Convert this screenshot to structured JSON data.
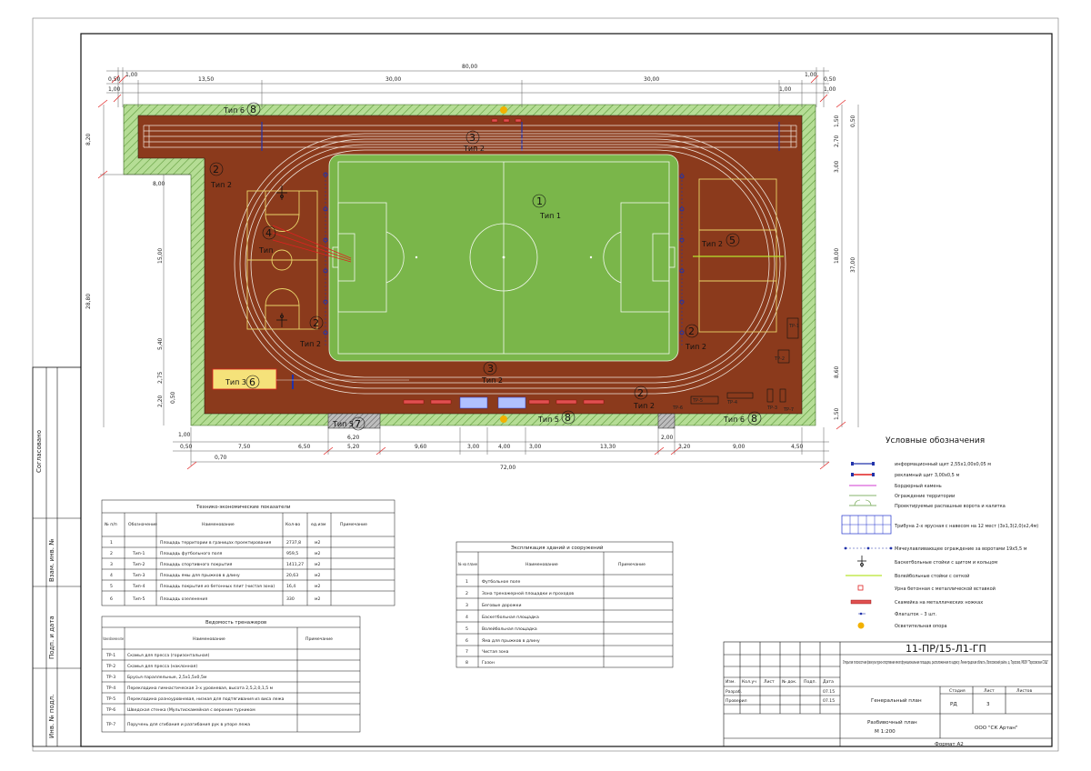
{
  "dims_top": {
    "total": "80,00",
    "segs": [
      "0,50",
      "1,00",
      "13,50",
      "30,00",
      "30,00",
      "1,00",
      "0,50"
    ],
    "segs2": [
      "1,00",
      "1,00",
      "1,00"
    ]
  },
  "dims_left": [
    "8,20",
    "28,80",
    "15,00",
    "5,40",
    "2,75",
    "2,20",
    "0,50",
    "1,00"
  ],
  "dims_left_inner": [
    "8,00"
  ],
  "dims_right": [
    "1,50",
    "2,70",
    "3,00",
    "18,00",
    "37,00",
    "8,60",
    "1,50",
    "0,50"
  ],
  "dims_bottom": {
    "row1": [
      "6,20",
      "2,00"
    ],
    "row2": [
      "0,50",
      "7,50",
      "6,50",
      "5,20",
      "9,60",
      "3,00",
      "4,00",
      "3,00",
      "13,30",
      "3,20",
      "9,00",
      "4,50"
    ],
    "row3": [
      "0,70",
      "72,00"
    ]
  },
  "plan": {
    "zones": [
      {
        "num": "1",
        "type": "Тип 1"
      },
      {
        "num": "2",
        "type": "Тип 2"
      },
      {
        "num": "3",
        "type": "Тип 2"
      },
      {
        "num": "4",
        "type": "Тип"
      },
      {
        "num": "5",
        "type": "Тип 2"
      },
      {
        "num": "6",
        "type": "Тип 3"
      },
      {
        "num": "7",
        "type": "Тип 5"
      },
      {
        "num": "8",
        "type": "Тип 6"
      }
    ],
    "tp_labels": [
      "ТР-1",
      "ТР-2",
      "ТР-3",
      "ТР-4",
      "ТР-5",
      "ТР-6",
      "ТР-7"
    ]
  },
  "legend": {
    "title": "Условные обозначения",
    "items": [
      {
        "text": "информационный щит 2,55х1,00х0,05 м",
        "icon": "info-board-icon"
      },
      {
        "text": "рекламный щит 3,00х0,5 м",
        "icon": "ad-board-icon"
      },
      {
        "text": "Бордюрный камень",
        "icon": "curb-icon"
      },
      {
        "text": "Ограждение территории",
        "icon": "fence-icon"
      },
      {
        "text": "Проектируемые распашные ворота и калитка",
        "icon": "gate-icon"
      },
      {
        "text": "Трибуна 2-х ярусная с навесом на 12 мест (3х1,3(2,0)х2,4м)",
        "icon": "tribune-icon"
      },
      {
        "text": "Мячеулавливающее ограждение за воротами 19х5,5 м",
        "icon": "ball-net-icon"
      },
      {
        "text": "Баскетбольные стойки с щитом и кольцом",
        "icon": "basketball-stand-icon"
      },
      {
        "text": "Волейбольные стойки с сеткой",
        "icon": "volleyball-net-icon"
      },
      {
        "text": "Урна бетонная с металлической вставкой",
        "icon": "bin-icon"
      },
      {
        "text": "Скамейка на металлических ножках",
        "icon": "bench-icon"
      },
      {
        "text": "Флагшток – 3 шт.",
        "icon": "flagpole-icon"
      },
      {
        "text": "Осветительная опора",
        "icon": "light-pole-icon"
      }
    ]
  },
  "tech_table": {
    "title": "Технико-экономические показатели",
    "headers": [
      "№ п/п",
      "Обозначение",
      "Наименование",
      "Кол-во",
      "ед.изм",
      "Примечание"
    ],
    "rows": [
      [
        "1",
        "",
        "Площадь территории в границах проектирования",
        "2737,8",
        "м2",
        ""
      ],
      [
        "2",
        "Тип-1",
        "Площадь футбольного поля",
        "959,5",
        "м2",
        ""
      ],
      [
        "3",
        "Тип-2",
        "Площадь спортивного покрытия",
        "1411,27",
        "м2",
        ""
      ],
      [
        "4",
        "Тип-3",
        "Площадь ямы для прыжков в длину",
        "20,63",
        "м2",
        ""
      ],
      [
        "5",
        "Тип-4",
        "Площадь покрытия из бетонных плит (чистая зона)",
        "16,4",
        "м2",
        ""
      ],
      [
        "6",
        "Тип-5",
        "Площадь озеленения",
        "330",
        "м2",
        ""
      ]
    ]
  },
  "trainers_table": {
    "title": "Ведомость тренажеров",
    "headers": [
      "Условное обозначение на плане",
      "Наименование",
      "Примечание"
    ],
    "rows": [
      [
        "ТР-1",
        "Скамья для пресса (горизонтальная)",
        ""
      ],
      [
        "ТР-2",
        "Скамья для пресса (наклонная)",
        ""
      ],
      [
        "ТР-3",
        "Брусья параллельные, 2,5х1,5х0,5м",
        ""
      ],
      [
        "ТР-4",
        "Перекладина гимнастическая 3-х уровневая, высота 2,5,2,0,1,5 м",
        ""
      ],
      [
        "ТР-5",
        "Перекладина разноуровневая, низкая для подтягивания из виса лежа",
        ""
      ],
      [
        "ТР-6",
        "Шведская стенка (Мультискамейная с верхним турником",
        ""
      ],
      [
        "ТР-7",
        "Поручень для сгибания и разгибания рук в упоре лежа",
        ""
      ]
    ]
  },
  "explication_table": {
    "title": "Экспликация зданий и сооружений",
    "headers": [
      "№ на плане",
      "Наименование",
      "Примечание"
    ],
    "rows": [
      [
        "1",
        "Футбольное поле",
        ""
      ],
      [
        "2",
        "Зона тренажерной площадки и проходов",
        ""
      ],
      [
        "3",
        "Беговые дорожки",
        ""
      ],
      [
        "4",
        "Баскетбольная площадка",
        ""
      ],
      [
        "5",
        "Волейбольная площадка",
        ""
      ],
      [
        "6",
        "Яма для прыжков в длину",
        ""
      ],
      [
        "7",
        "Чистая зона",
        ""
      ],
      [
        "8",
        "Газон",
        ""
      ]
    ]
  },
  "stamp": {
    "code": "11-ПР/15-Л1-ГП",
    "description": "Открытая плоскостная физкультурно-спортивная многофункциональная площадка, расположенная по адресу: Ленинградская область, Волосовский район, д. Торосово, МБОУ \"Торосовская СОШ\"",
    "col_heads": [
      "Изм.",
      "Кол.уч",
      "Лист",
      "№ док.",
      "Подп.",
      "Дата"
    ],
    "rows": [
      [
        "Разраб.",
        "",
        "07.15"
      ],
      [
        "Проверил",
        "",
        "07.15"
      ]
    ],
    "section": "Генеральный план",
    "stage_heads": [
      "Стадия",
      "Лист",
      "Листов"
    ],
    "stage_vals": [
      "РД",
      "3",
      ""
    ],
    "sheet_title": "Разбивочный план",
    "scale": "М 1:200",
    "org": "ООО \"СК Артан\"",
    "format": "Формат А2"
  },
  "side_labels": [
    "Согласовано",
    "Взам. инв. №",
    "Подп. и дата",
    "Инв. № подл."
  ],
  "colors": {
    "grass": "#7ab64a",
    "track": "#8b3a1c",
    "lawn": "#a8d68a",
    "sand": "#f5e27a",
    "line_red": "#e02020"
  }
}
